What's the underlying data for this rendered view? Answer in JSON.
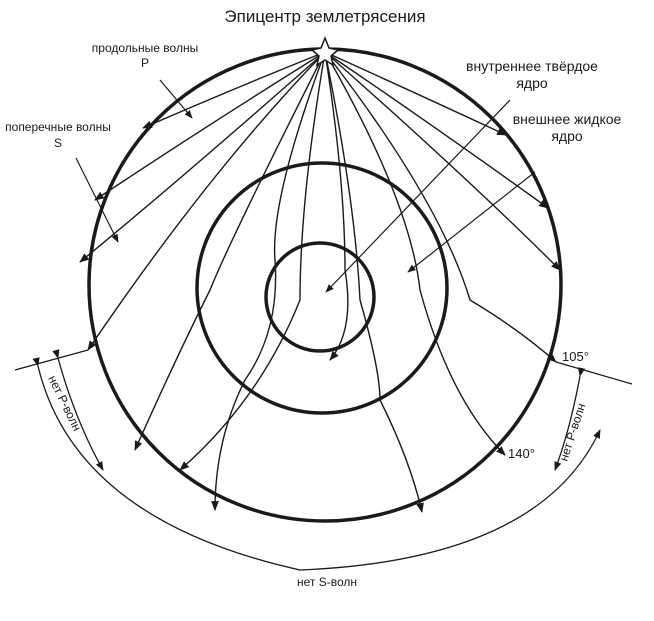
{
  "title": "Эпицентр землетрясения",
  "labels": {
    "p_waves_line1": "продольные волны",
    "p_waves_line2": "P",
    "s_waves_line1": "поперечные волны",
    "s_waves_line2": "S",
    "inner_core_line1": "внутреннее твёрдое",
    "inner_core_line2": "ядро",
    "outer_core_line1": "внешнее жидкое",
    "outer_core_line2": "ядро",
    "angle_105": "105°",
    "angle_140": "140°",
    "no_p_left": "нет P-волн",
    "no_p_right": "нет P-волн",
    "no_s": "нет S-волн"
  },
  "colors": {
    "ink": "#1a1a1a",
    "background": "#ffffff"
  }
}
